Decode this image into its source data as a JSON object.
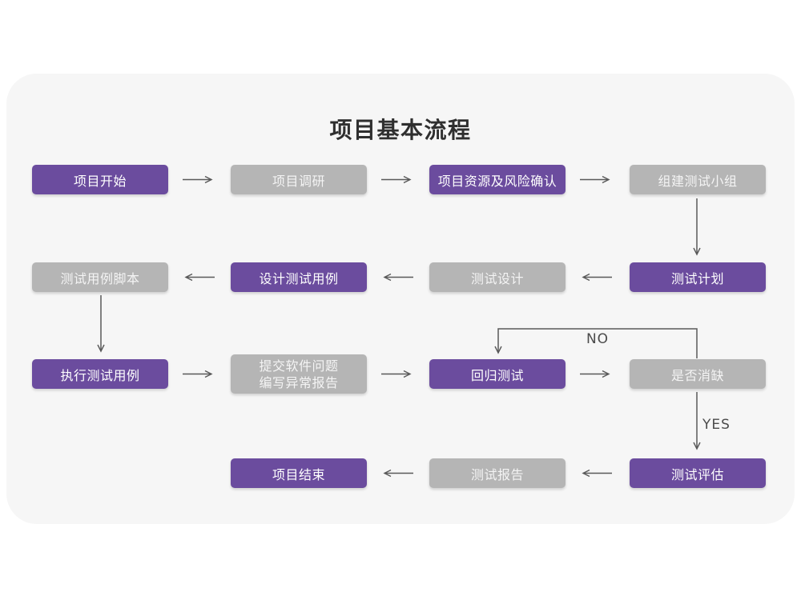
{
  "title": "项目基本流程",
  "colors": {
    "purple": "#6B4C9E",
    "gray": "#B5B5B5",
    "card_bg": "#F6F6F6",
    "arrow": "#595959"
  },
  "edge_labels": {
    "no": "NO",
    "yes": "YES"
  },
  "nodes": {
    "start": {
      "label": "项目开始"
    },
    "research": {
      "label": "项目调研"
    },
    "risk": {
      "label": "项目资源及风险确认"
    },
    "team": {
      "label": "组建测试小组"
    },
    "case_script": {
      "label": "测试用例脚本"
    },
    "case_design": {
      "label": "设计测试用例"
    },
    "test_design": {
      "label": "测试设计"
    },
    "plan": {
      "label": "测试计划"
    },
    "execute": {
      "label": "执行测试用例"
    },
    "issue": {
      "label_line1": "提交软件问题",
      "label_line2": "编写异常报告"
    },
    "regression": {
      "label": "回归测试"
    },
    "defect": {
      "label": "是否消缺"
    },
    "end": {
      "label": "项目结束"
    },
    "report": {
      "label": "测试报告"
    },
    "evaluate": {
      "label": "测试评估"
    }
  }
}
